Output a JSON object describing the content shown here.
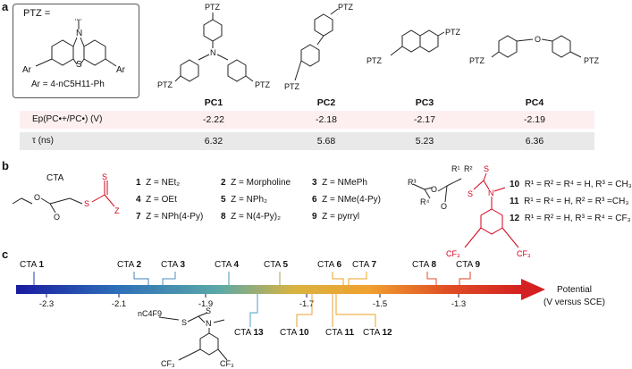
{
  "panel_a": {
    "letter": "a",
    "ptz_box": {
      "title": "PTZ =",
      "n_atom": "N",
      "s_atom": "S",
      "ar_left": "Ar",
      "ar_right": "Ar",
      "ar_def": "Ar = 4-nC5H11-Ph"
    },
    "ptz_substituent": "PTZ",
    "pc_labels": [
      "PC1",
      "PC2",
      "PC3",
      "PC4"
    ],
    "row1_label": "Ep(PC•+/PC•) (V)",
    "row1_values": [
      "-2.22",
      "-2.18",
      "-2.17",
      "-2.19"
    ],
    "row2_label": "τ (ns)",
    "row2_values": [
      "6.32",
      "5.68",
      "5.23",
      "6.36"
    ]
  },
  "panel_b": {
    "letter": "b",
    "cta_label": "CTA",
    "atom_S": "S",
    "atom_Z": "Z",
    "atom_N": "N",
    "atom_O": "O",
    "items": [
      {
        "num": "1",
        "text": "Z = NEt₂"
      },
      {
        "num": "2",
        "text": "Z = Morpholine"
      },
      {
        "num": "3",
        "text": "Z = NMePh"
      },
      {
        "num": "4",
        "text": "Z = OEt"
      },
      {
        "num": "5",
        "text": "Z = NPh₂"
      },
      {
        "num": "6",
        "text": "Z = NMe(4-Py)"
      },
      {
        "num": "7",
        "text": "Z = NPh(4-Py)"
      },
      {
        "num": "8",
        "text": "Z = N(4-Py)₂"
      },
      {
        "num": "9",
        "text": "Z = pyrryl"
      }
    ],
    "r_items": [
      {
        "num": "10",
        "text": "R¹ = R² = R⁴ = H, R³ = CH₃"
      },
      {
        "num": "11",
        "text": "R¹ = R⁴ = H, R² = R³ =CH₃"
      },
      {
        "num": "12",
        "text": "R¹ = R² = H, R³ = R⁴ = CF₃"
      }
    ],
    "r_labels": {
      "r1": "R¹",
      "r2": "R²",
      "r3": "R³",
      "r4": "R⁴"
    },
    "cf3": "CF₃"
  },
  "panel_c": {
    "letter": "c",
    "axis_label_1": "Potential",
    "axis_label_2": "(V versus SCE)",
    "ticks": [
      "-2.3",
      "-2.1",
      "-1.9",
      "-1.7",
      "-1.5",
      "-1.3"
    ],
    "cta_prefix": "CTA",
    "top_labels": [
      {
        "num": "1",
        "color": "#1f3fbf"
      },
      {
        "num": "2",
        "color": "#3f7fbf"
      },
      {
        "num": "3",
        "color": "#4f8fbf"
      },
      {
        "num": "4",
        "color": "#4a9aa8"
      },
      {
        "num": "5",
        "color": "#a9a050"
      },
      {
        "num": "6",
        "color": "#f0a020"
      },
      {
        "num": "7",
        "color": "#f0a020"
      },
      {
        "num": "8",
        "color": "#e05030"
      },
      {
        "num": "9",
        "color": "#e04020"
      }
    ],
    "bottom_labels": [
      {
        "num": "13",
        "color": "#4aa0c0"
      },
      {
        "num": "10",
        "color": "#e8a030"
      },
      {
        "num": "11",
        "color": "#e8a030"
      },
      {
        "num": "12",
        "color": "#f0a020"
      }
    ],
    "cta13_struct": {
      "chain": "nC4F9",
      "s": "S",
      "n": "N",
      "cf3": "CF₃"
    },
    "gradient": [
      "#1a1aa0",
      "#2d6fb8",
      "#5aa8a8",
      "#d9b340",
      "#f0a030",
      "#e05025",
      "#d42020"
    ]
  }
}
